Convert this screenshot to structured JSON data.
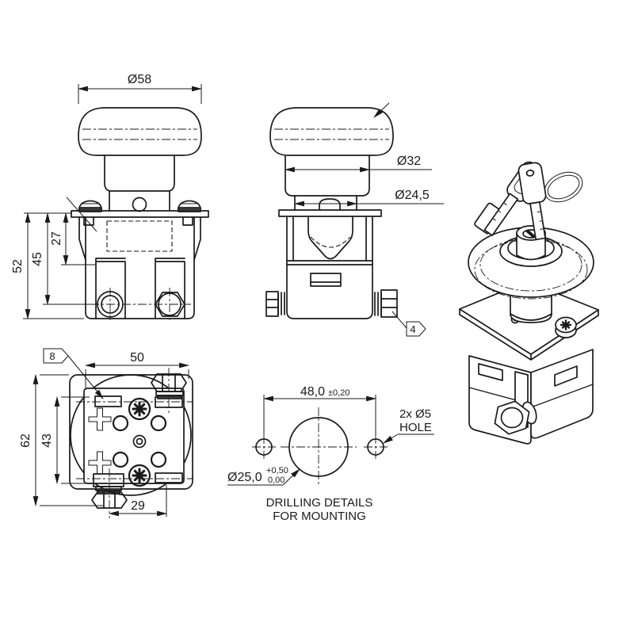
{
  "canvas": {
    "bg": "#ffffff",
    "ink": "#1a1a1a"
  },
  "front_view": {
    "dim_head_diameter": "Ø58",
    "dim_overall_height": "52",
    "dim_terminal_height": "45",
    "dim_step_height": "27"
  },
  "side_view": {
    "dim_stem_diameter": "Ø32",
    "dim_collar_diameter": "Ø24,5",
    "terminal_callout": "4"
  },
  "bottom_view": {
    "connector_callout": "8",
    "dim_width": "50",
    "dim_overall_height": "62",
    "dim_inner_height": "43",
    "dim_bolt_spacing": "29"
  },
  "drilling_view": {
    "dim_spacing": "48,0",
    "dim_spacing_tolerance": "±0,20",
    "dim_hole_diameter": "Ø25,0",
    "dim_hole_tol_upper": "+0,50",
    "dim_hole_tol_lower": "0,00",
    "note_holes_line1": "2x Ø5",
    "note_holes_line2": "HOLE",
    "caption_line1": "DRILLING DETAILS",
    "caption_line2": "FOR MOUNTING"
  }
}
